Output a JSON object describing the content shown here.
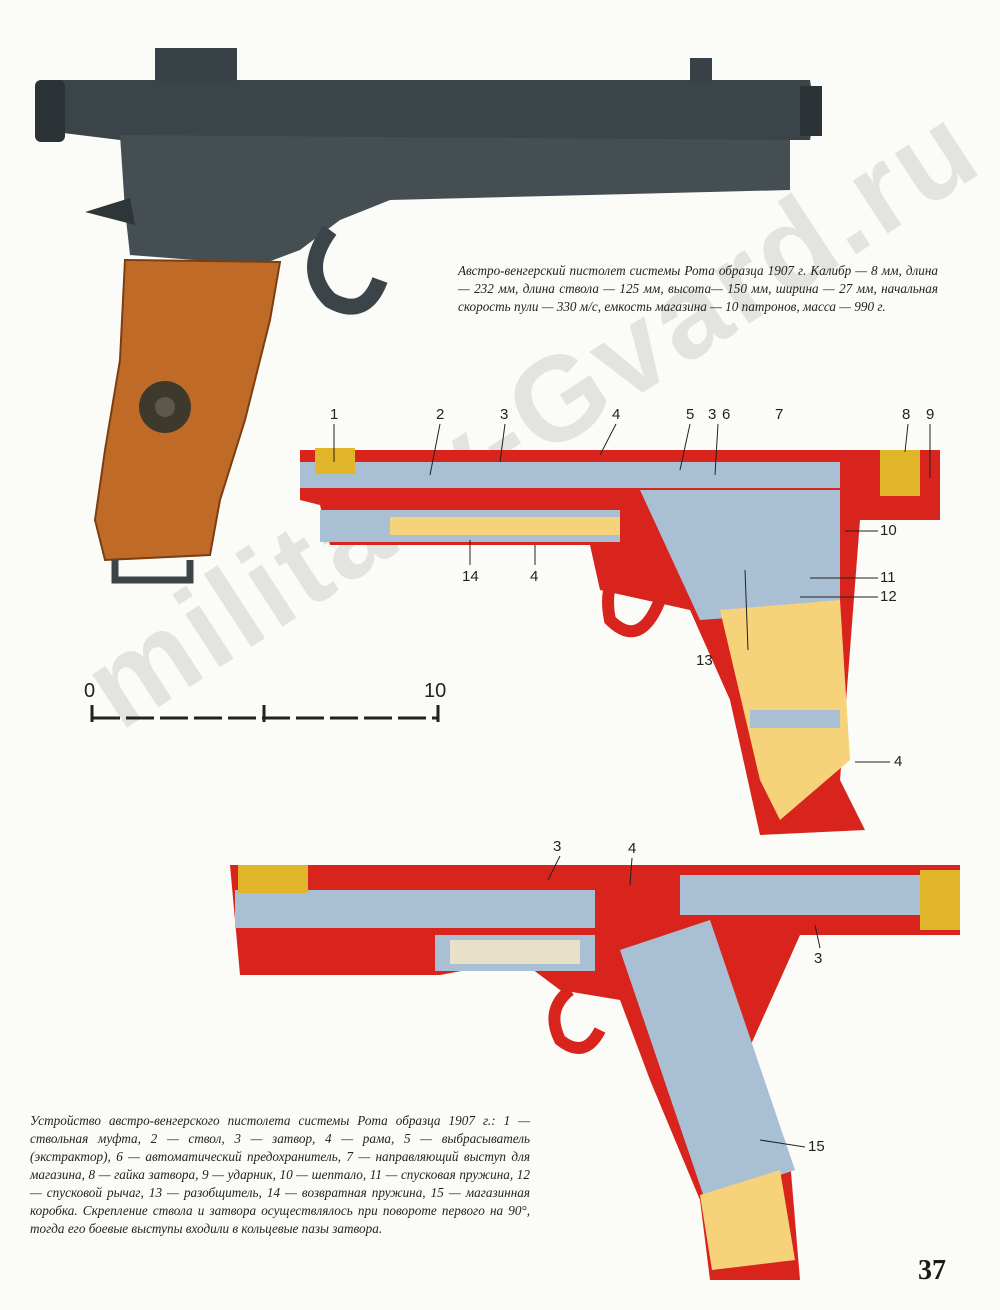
{
  "captions": {
    "top": "Австро-венгерский пистолет системы Рота образца 1907 г. Калибр — 8 мм, длина — 232 мм, длина ствола — 125 мм, высота— 150 мм, ширина — 27 мм, начальная скорость пули — 330 м/с, емкость магазина — 10 патронов, масса — 990 г.",
    "bottom": "Устройство австро-венгерского пистолета системы Рота образца 1907 г.: 1 — ствольная муфта, 2 — ствол, 3 — затвор, 4 — рама, 5 — выбрасыватель (экстрактор), 6 — автоматический предохранитель, 7 — направляющий выступ для магазина, 8 — гайка затвора, 9 — ударник, 10 — шептало, 11 — спусковая пружина, 12 — спусковой рычаг, 13 — разобщитель, 14 — возвратная пружина, 15 — магазинная коробка. Скрепление ствола и затвора осуществлялось при повороте первого на 90°, тогда его боевые выступы входили в кольцевые пазы затвора."
  },
  "scale": {
    "start": "0",
    "end": "10"
  },
  "callouts_upper": [
    "1",
    "2",
    "3",
    "4",
    "5",
    "3",
    "6",
    "7",
    "8",
    "9",
    "10",
    "11",
    "12",
    "13",
    "14",
    "4",
    "4"
  ],
  "callouts_lower": [
    "3",
    "4",
    "3",
    "15"
  ],
  "page_number": "37",
  "watermark": "military-Gvard.ru",
  "colors": {
    "steel": "#3b4448",
    "wood": "#c06a28",
    "frame_red": "#d8241c",
    "part_blue": "#a9bfd3",
    "brass": "#e0b52a",
    "grip_cream": "#f6d27a"
  }
}
